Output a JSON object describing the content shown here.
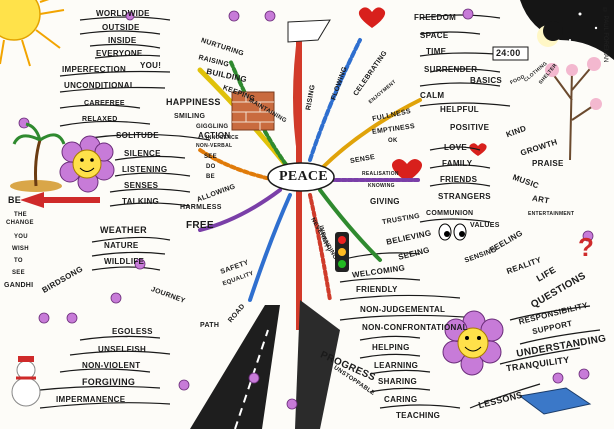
{
  "center": "PEACE",
  "signature": "© PAUL FOREMAN",
  "clock": "24:00",
  "top_left": [
    "WORLDWIDE",
    "OUTSIDE",
    "INSIDE",
    "EVERYONE",
    "YOU!",
    "IMPERFECTION",
    "UNCONDITIONAL",
    "CAREFREE",
    "RELAXED",
    "SOLITUDE",
    "SILENCE",
    "LISTENING",
    "SENSES",
    "TALKING"
  ],
  "happiness": [
    "HAPPINESS",
    "SMILING",
    "GIGGLING",
    "INNOCENCE"
  ],
  "branch_top": [
    "NURTURING",
    "RAISING",
    "BUILDING",
    "KEEPING",
    "MAINTAINING",
    "RISING",
    "FLOWING",
    "CELEBRATING",
    "ENJOYMENT"
  ],
  "top_right": [
    "FREEDOM",
    "SPACE",
    "TIME",
    "SURRENDER",
    "BASICS",
    "FOOD",
    "CLOTHING",
    "SHELTER",
    "CALM",
    "HELPFUL",
    "FULLNESS",
    "EMPTINESS",
    "OK",
    "POSITIVE",
    "KIND",
    "GROWTH",
    "PRAISE",
    "MUSIC",
    "ART",
    "ENTERTAINMENT"
  ],
  "right": [
    "LOVE",
    "FAMILY",
    "FRIENDS",
    "STRANGERS",
    "SENSE",
    "REALISATION",
    "KNOWING",
    "GIVING",
    "TRUSTING",
    "BELIEVING",
    "COMMUNION",
    "VALUES",
    "SEEING",
    "SENSING",
    "FEELING",
    "REALITY",
    "LIFE",
    "QUESTIONS",
    "RESPONSIBILITY",
    "SUPPORT",
    "UNDERSTANDING",
    "TRANQUILITY"
  ],
  "bottom_right": [
    "NEVERENDING",
    "INFINITY",
    "WELCOMING",
    "FRIENDLY",
    "NON-JUDGEMENTAL",
    "NON-CONFRONTATIONAL",
    "HELPING",
    "LEARNING",
    "SHARING",
    "CARING",
    "TEACHING",
    "LESSONS",
    "PROGRESS",
    "UNSTOPPABLE"
  ],
  "left": [
    "ACTION",
    "NON-VERBAL",
    "SEE",
    "DO",
    "BE",
    "FREE",
    "HARMLESS",
    "ALLOWING",
    "SAFETY",
    "EQUALITY",
    "WEATHER",
    "NATURE",
    "WILDLIFE",
    "BIRDSONG",
    "JOURNEY",
    "PATH",
    "ROAD",
    "EGOLESS",
    "UNSELFISH",
    "NON-VIOLENT",
    "FORGIVING",
    "IMPERMANENCE"
  ],
  "be_change": [
    "BE",
    "THE",
    "CHANGE",
    "YOU",
    "WISH",
    "TO",
    "SEE",
    "GANDHI"
  ],
  "colors": {
    "sun": "#ffe24a",
    "sun_rays": "#f2a400",
    "flower": "#c77bd8",
    "flower_face": "#ffe14a",
    "heart": "#d8201c",
    "road": "#1e1e1e",
    "pole": "#d33a2a",
    "night": "#151515"
  }
}
